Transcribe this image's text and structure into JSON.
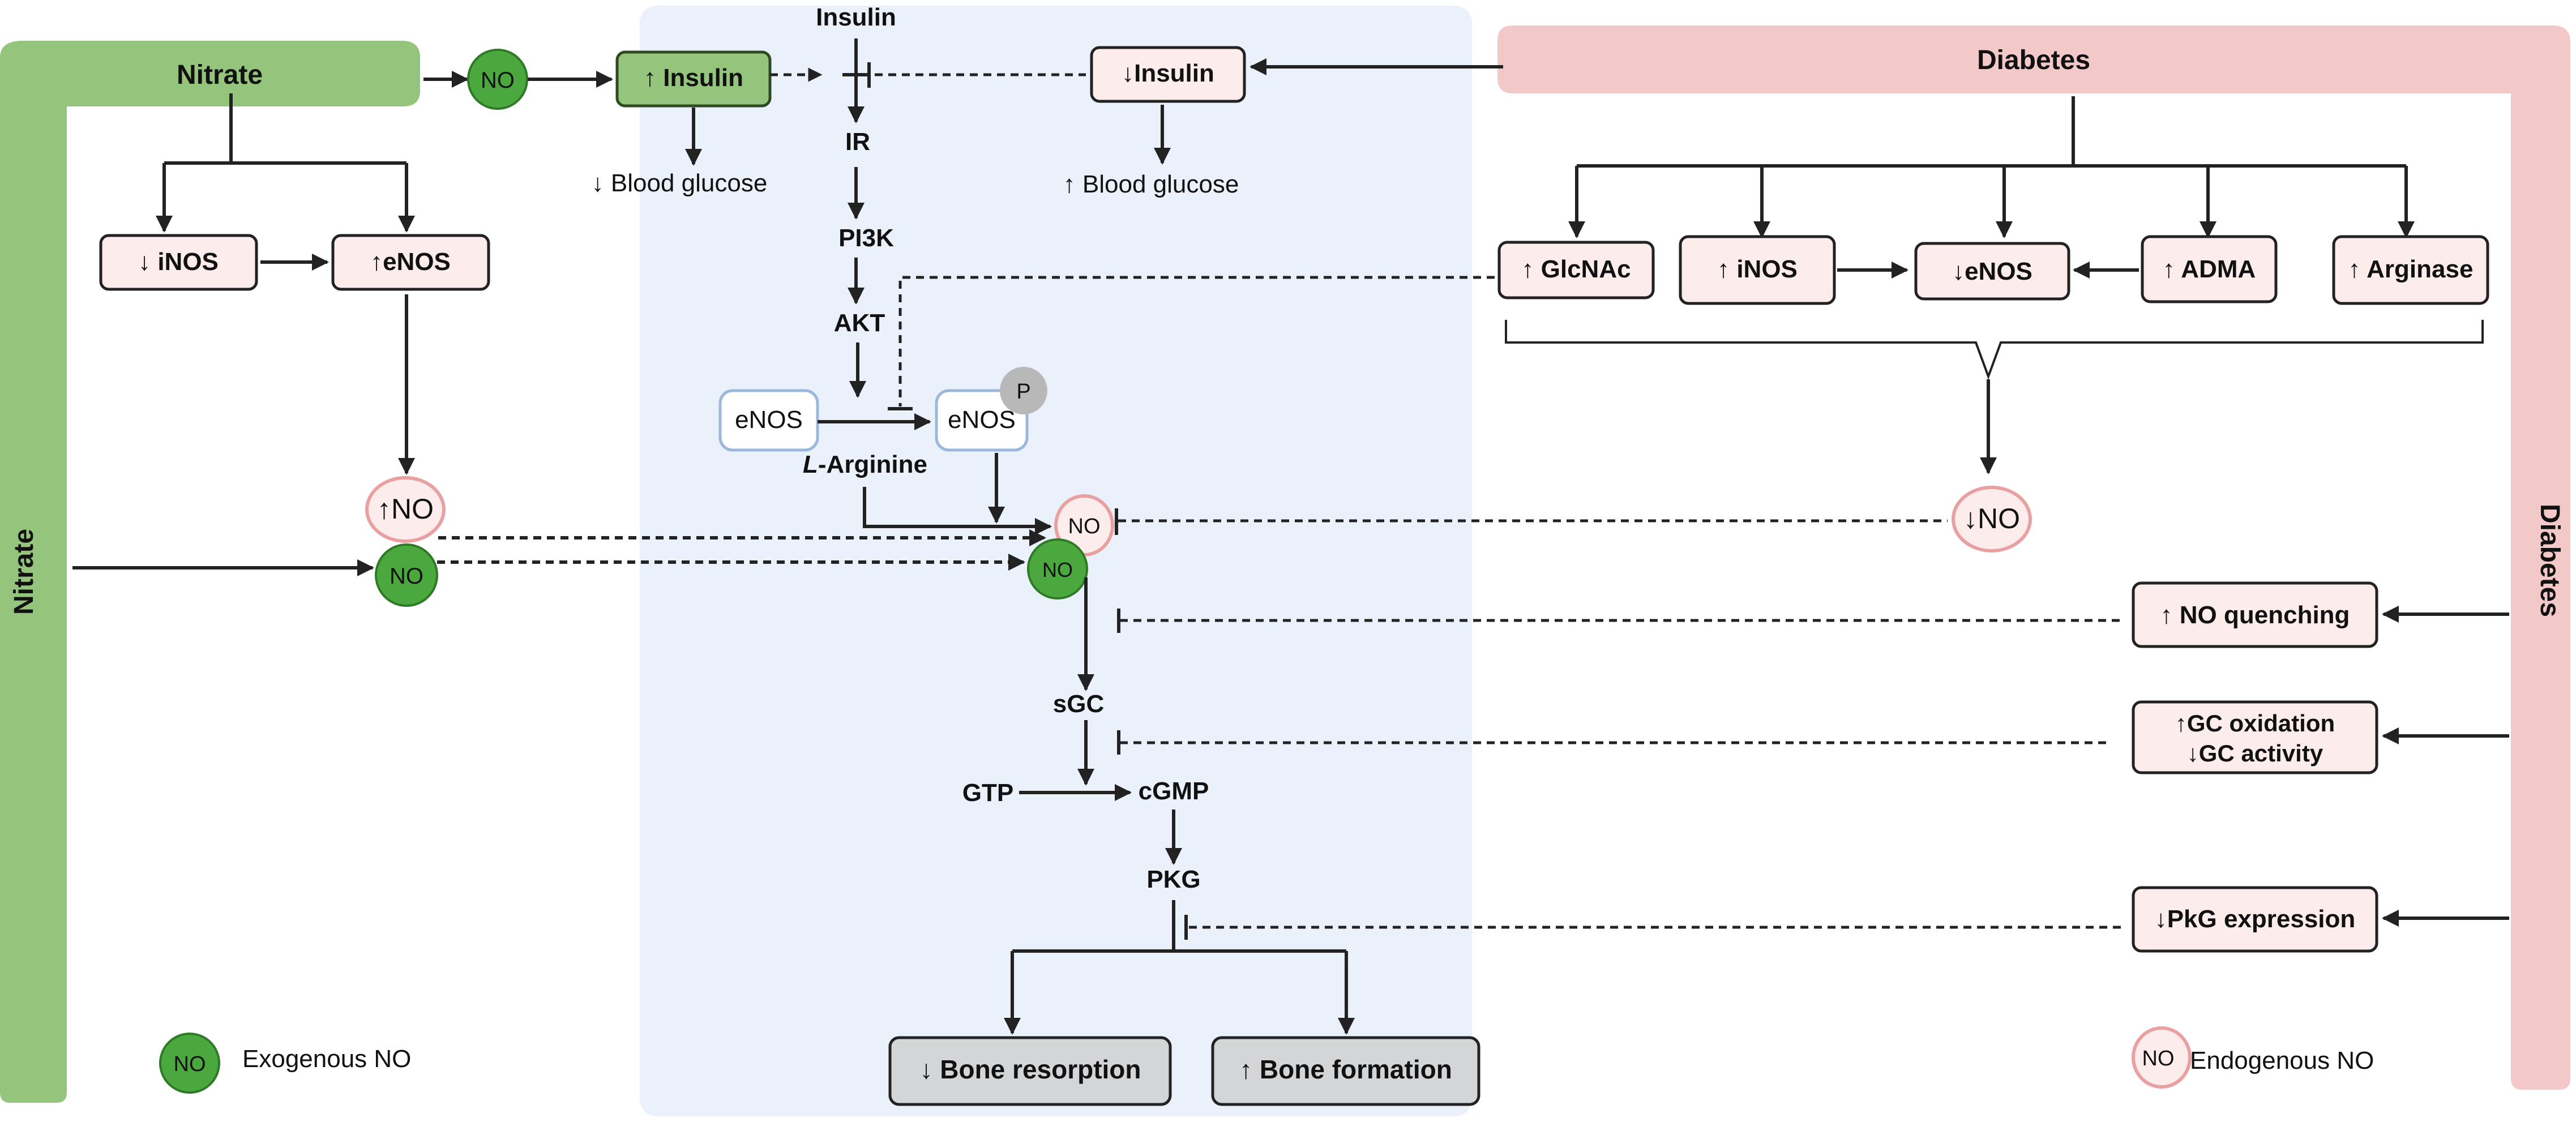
{
  "colors": {
    "nitrate_green": "#95c47d",
    "nitrate_green_dark": "#4a7d3a",
    "exo_no_green": "#4aa83f",
    "diabetes_pink": "#f2c8c8",
    "box_pink": "#fcecec",
    "endo_no_border": "#e8a0a0",
    "panel_blue": "#eaf1fb",
    "enos_border": "#9bb7dc",
    "bone_box": "#d4d5d7",
    "phospho_grey": "#b8b8b8",
    "line": "#222222"
  },
  "left_panel": {
    "title": "Nitrate",
    "side_label": "Nitrate",
    "no_after_nitrate": "NO",
    "insulin_up": "↑ Insulin",
    "blood_glucose_down": "↓ Blood glucose",
    "inos_down": "↓ iNOS",
    "enos_up": "↑eNOS",
    "no_up": "↑NO",
    "no_exogenous": "NO"
  },
  "center_panel": {
    "insulin": "Insulin",
    "ir": "IR",
    "pi3k": "PI3K",
    "akt": "AKT",
    "enos_left": "eNOS",
    "enos_right": "eNOS",
    "phospho": "P",
    "l_arginine_italic": "L",
    "l_arginine_rest": "-Arginine",
    "no_endogenous": "NO",
    "no_exogenous": "NO",
    "sgc": "sGC",
    "gtp": "GTP",
    "cgmp": "cGMP",
    "pkg": "PKG",
    "bone_resorption": "↓ Bone resorption",
    "bone_formation": "↑ Bone formation"
  },
  "right_panel": {
    "title": "Diabetes",
    "side_label": "Diabetes",
    "insulin_down": "↓Insulin",
    "blood_glucose_up": "↑ Blood glucose",
    "glcnac": "↑ GlcNAc",
    "inos_up": "↑ iNOS",
    "enos_down": "↓eNOS",
    "adma": "↑ ADMA",
    "arginase": "↑ Arginase",
    "no_down": "↓NO",
    "no_quenching": "↑ NO quenching",
    "gc_oxidation": "↑GC oxidation",
    "gc_activity": "↓GC  activity",
    "pkg_expression": "↓PkG expression"
  },
  "legend": {
    "exogenous_icon": "NO",
    "exogenous_label": "Exogenous NO",
    "endogenous_icon": "NO",
    "endogenous_label": "Endogenous NO"
  }
}
